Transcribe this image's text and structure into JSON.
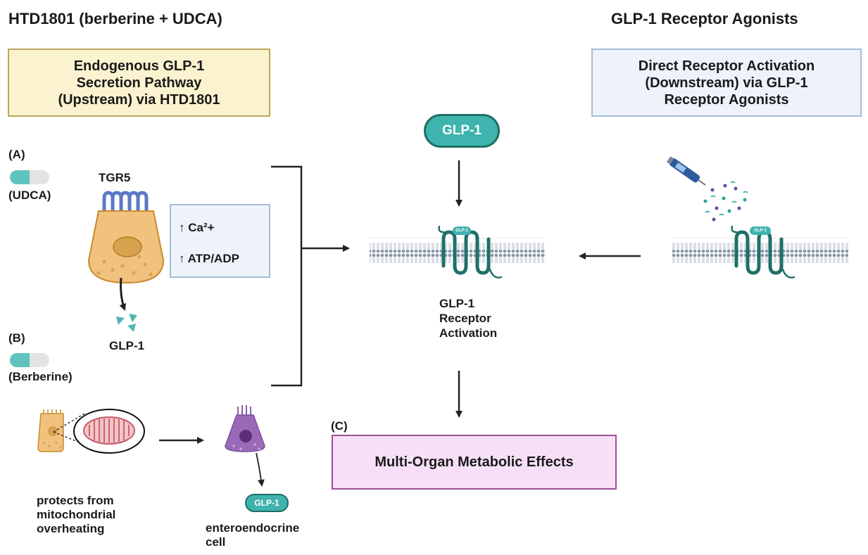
{
  "titles": {
    "left": "HTD1801 (berberine + UDCA)",
    "right": "GLP-1 Receptor Agonists"
  },
  "boxes": {
    "upstream": [
      "Endogenous GLP-1",
      "Secretion Pathway",
      "(Upstream)  via HTD1801"
    ],
    "downstream": [
      "Direct Receptor Activation",
      "(Downstream)  via GLP-1",
      "Receptor Agonists"
    ],
    "ion_lines": [
      "↑ Ca²+",
      "↑ ATP/ADP"
    ],
    "effects": "Multi-Organ Metabolic Effects"
  },
  "labels": {
    "panel_a": "(A)",
    "panel_b": "(B)",
    "panel_c": "(C)",
    "udca": "(UDCA)",
    "berberine": "(Berberine)",
    "tgr5": "TGR5",
    "glp1_secreted": "GLP-1",
    "glp1_pill": "GLP-1",
    "glp1_tag_center": "GLP-1",
    "glp1_tag_right": "GLP-1",
    "glp1_small_pill": "GLP-1",
    "receptor_activation": [
      "GLP-1",
      "Receptor",
      "Activation"
    ],
    "mito": [
      "protects from",
      "mitochondrial",
      "overheating"
    ],
    "enteroendocrine": [
      "enteroendocrine",
      "cell"
    ]
  },
  "colors": {
    "teal": "#3fb3ad",
    "teal_dark": "#1f6f68",
    "yellow_box": "#fbf3cf",
    "yellow_border": "#bda55a",
    "blue_box": "#eef3fb",
    "blue_border": "#a7bcd8",
    "pink_box": "#f7e0f7",
    "pink_border": "#9a4f9a",
    "cell": "#f1c27d",
    "cell_border": "#c98a2c",
    "purple_cell": "#9a6ab8"
  }
}
